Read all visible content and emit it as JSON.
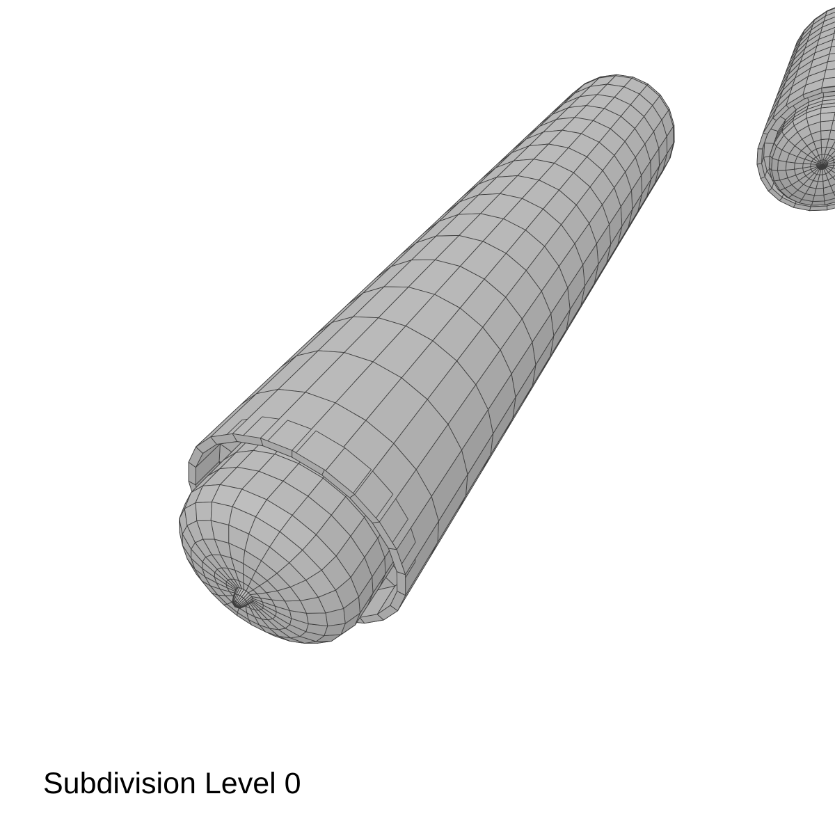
{
  "caption": {
    "text": "Subdivision Level 0"
  },
  "scene": {
    "background_color": "#ffffff",
    "surface_color": "#b4b4b4",
    "wire_color": "#3e3e3e",
    "subdivision_level": 0,
    "objects": [
      {
        "name": "wireframe-cylinder-main",
        "description": "large low-poly wireframe cylinder with recessed front cap and center nub, angled from lower-left toward upper-right"
      },
      {
        "name": "wireframe-cylinder-secondary",
        "description": "matching smaller wireframe cylinder partially clipped at the top-right corner"
      }
    ]
  }
}
